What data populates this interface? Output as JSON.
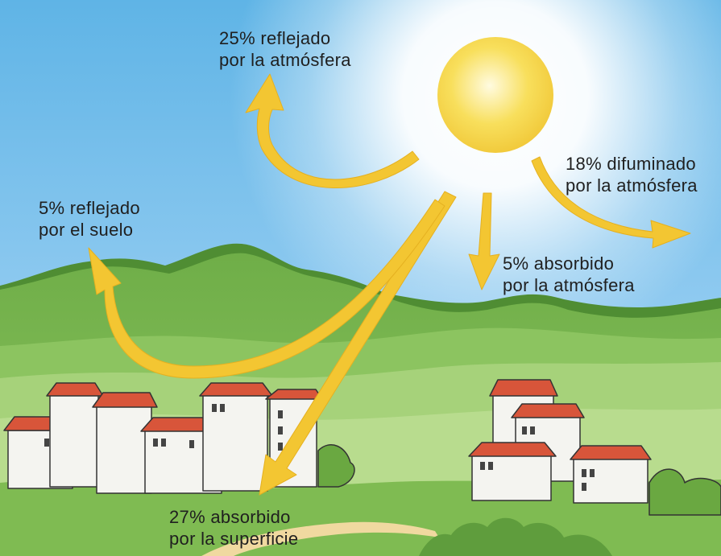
{
  "labels": {
    "reflected_atmosphere": {
      "line1": "25% reflejado",
      "line2": "por la atmósfera"
    },
    "diffused_atmosphere": {
      "line1": "18% difuminado",
      "line2": "por la atmósfera"
    },
    "reflected_ground": {
      "line1": "5% reflejado",
      "line2": "por el suelo"
    },
    "absorbed_atmosphere": {
      "line1": "5% absorbido",
      "line2": "por la atmósfera"
    },
    "absorbed_surface": {
      "line1": "27% absorbido",
      "line2": "por la superficie"
    }
  },
  "colors": {
    "sky_top": "#5fb4e6",
    "sky_bottom": "#d9eef9",
    "sun": "#f6d84a",
    "arrow": "#f3c632",
    "hills_dark": "#5f9d3d",
    "fields_light": "#a9d37d",
    "roof": "#d8553a",
    "wall": "#f4f4f0"
  }
}
